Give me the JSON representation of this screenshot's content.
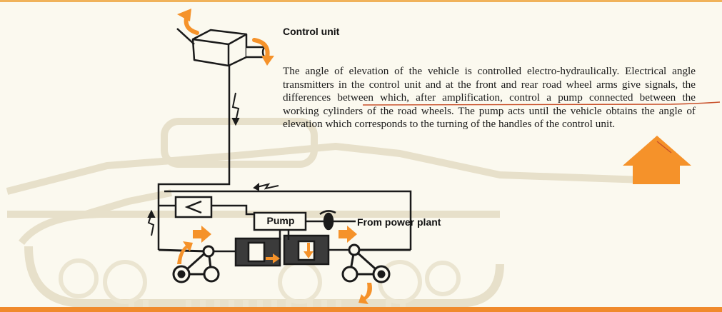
{
  "heading": "Control unit",
  "body_text": "The angle of elevation of the vehicle is controlled electro-hydraulically. Electrical angle transmitters in the control unit and at the front and rear road wheel arms give signals, the differences between which, after amplification, control a pump connected between the working cylinders of the road wheels. The pump acts until the vehicle obtains the angle of elevation which corresponds to the turning of the handles of the control unit.",
  "labels": {
    "pump": "Pump",
    "power": "From power plant"
  },
  "colors": {
    "accent": "#f5922a",
    "line": "#1a1a1a",
    "ghost": "#e9e3cf",
    "background": "#fbf9ef"
  },
  "icons": [
    "control-unit-icon",
    "amplifier-icon",
    "pump-icon",
    "flywheel-icon",
    "signal-arrow-icon",
    "up-arrow-icon",
    "rotation-arrow-icon"
  ]
}
